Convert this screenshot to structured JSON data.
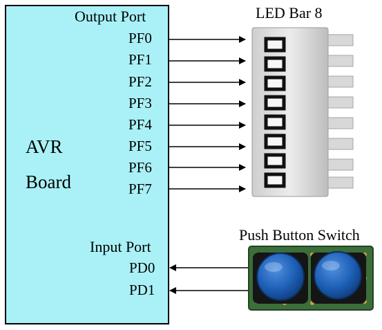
{
  "board": {
    "name_line1": "AVR",
    "name_line2": "Board",
    "output_port_label": "Output Port",
    "input_port_label": "Input Port",
    "output_pins": [
      "PF0",
      "PF1",
      "PF2",
      "PF3",
      "PF4",
      "PF5",
      "PF6",
      "PF7"
    ],
    "input_pins": [
      "PD0",
      "PD1"
    ],
    "fill_color": "#a9f1f7"
  },
  "led_bar": {
    "title": "LED Bar 8",
    "segment_count": 8
  },
  "push_buttons": {
    "title": "Push Button Switch",
    "button_count": 2,
    "button_color": "#1d5fb5",
    "pcb_color": "#3b6e3a"
  }
}
